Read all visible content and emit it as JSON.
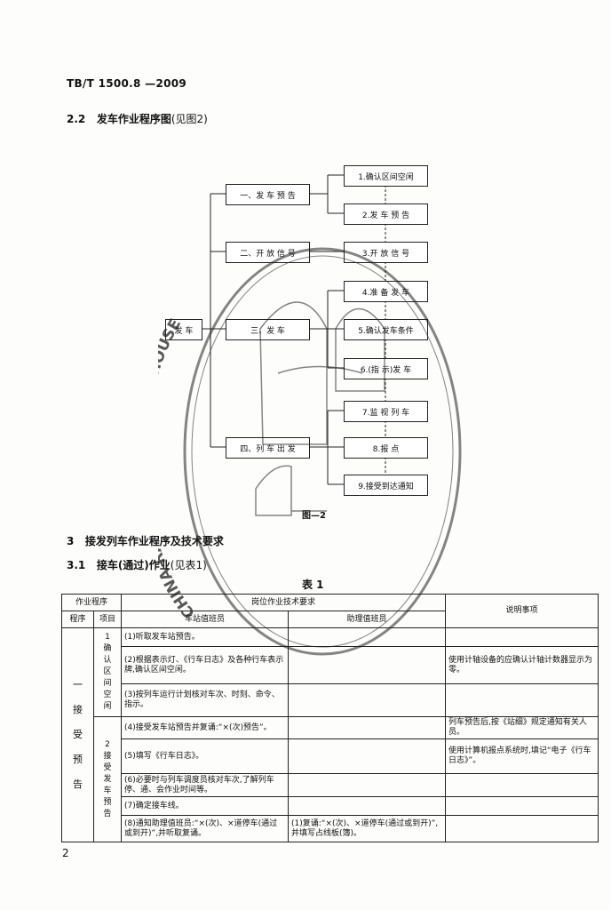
{
  "header": {
    "standard_code": "TB/T 1500.8 —2009"
  },
  "section_2_2": {
    "number": "2.2",
    "title": "发车作业程序图",
    "ref": "(见图2)"
  },
  "flowchart": {
    "root": "发 车",
    "stages": [
      "一、发 车 预 告",
      "二、开 放 信 号",
      "三、发 车",
      "四、列 车 出 发"
    ],
    "steps": [
      "1.确认区间空闲",
      "2.发 车 预 告",
      "3.开 放 信 号",
      "4.准 备 发 车",
      "5.确认发车条件",
      "6.(指 示)发 车",
      "7.监 视 列 车",
      "8.报 点",
      "9.接受到达通知"
    ],
    "caption": "图—2"
  },
  "stamp": {
    "text": "CHINA RAILWAY PUBLISHING HOUSE"
  },
  "section_3": {
    "number": "3",
    "title": "接发列车作业程序及技术要求"
  },
  "section_3_1": {
    "number": "3.1",
    "title": "接车(通过)作业",
    "ref": "(见表1)"
  },
  "table1": {
    "title": "表 1",
    "headers": {
      "procedure": "作业程序",
      "seq": "程序",
      "item": "项目",
      "post_req": "岗位作业技术要求",
      "station_master": "车站值班员",
      "assistant": "助理值班员",
      "notes": "说明事项"
    },
    "seq_label": "一 接 受 预 告",
    "item1": {
      "num": "1",
      "name": "确认区间空闲"
    },
    "item2": {
      "num": "2",
      "name": "接受发车预告"
    },
    "rows": [
      {
        "station": "(1)听取发车站预告。",
        "assistant": "",
        "notes": ""
      },
      {
        "station": "(2)根据表示灯、《行车日志》及各种行车表示牌,确认区间空闲。",
        "assistant": "",
        "notes": "使用计轴设备的应确认计轴计数器显示为零。"
      },
      {
        "station": "(3)按列车运行计划核对车次、时刻、命令、指示。",
        "assistant": "",
        "notes": ""
      },
      {
        "station": "(4)接受发车站预告并复诵:“×(次)预告”。",
        "assistant": "",
        "notes": "列车预告后,按《站细》规定通知有关人员。"
      },
      {
        "station": "(5)填写《行车日志》。",
        "assistant": "",
        "notes": "使用计算机报点系统时,填记“电子《行车日志》”。"
      },
      {
        "station": "(6)必要时与列车调度员核对车次,了解列车停、通、会作业时间等。",
        "assistant": "",
        "notes": ""
      },
      {
        "station": "(7)确定接车线。",
        "assistant": "",
        "notes": ""
      },
      {
        "station": "(8)通知助理值班员:“×(次)、×道停车(通过或到开)”,并听取复诵。",
        "assistant": "(1)复诵:“×(次)、×道停车(通过或到开)”,并填写占线板(簿)。",
        "notes": ""
      }
    ]
  },
  "page_number": "2"
}
